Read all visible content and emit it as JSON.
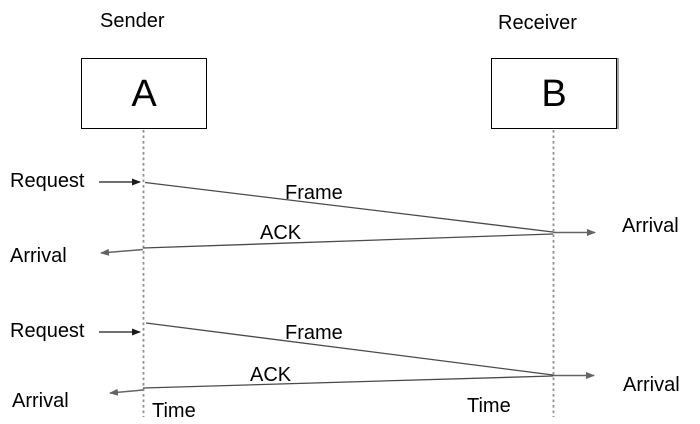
{
  "actors": {
    "sender": {
      "role": "Sender",
      "node": "A"
    },
    "receiver": {
      "role": "Receiver",
      "node": "B"
    }
  },
  "exchanges": [
    {
      "request": "Request",
      "frame": "Frame",
      "ack": "ACK",
      "arrival_receiver": "Arrival",
      "arrival_sender": "Arrival"
    },
    {
      "request": "Request",
      "frame": "Frame",
      "ack": "ACK",
      "arrival_receiver": "Arrival",
      "arrival_sender": "Arrival"
    }
  ],
  "time_axis": {
    "sender_label": "Time",
    "receiver_label": "Time"
  },
  "colors": {
    "background": "#ffffff",
    "text": "#000000",
    "box-border": "#000000",
    "message-line": "#4a4a4a",
    "request-arrow": "#1a1a1a",
    "arrival-arrow": "#636363",
    "lifeline": "#8f8f8f"
  }
}
